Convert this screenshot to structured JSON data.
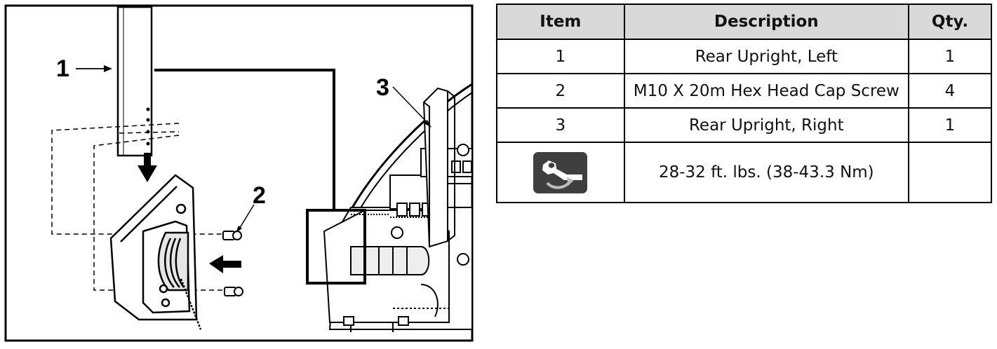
{
  "diagram": {
    "callouts": {
      "c1": "1",
      "c2": "2",
      "c3": "3"
    }
  },
  "table": {
    "headers": {
      "item": "Item",
      "description": "Description",
      "qty": "Qty."
    },
    "rows": [
      {
        "item": "1",
        "description": "Rear Upright, Left",
        "qty": "1"
      },
      {
        "item": "2",
        "description": "M10 X 20m Hex Head Cap Screw",
        "qty": "4"
      },
      {
        "item": "3",
        "description": "Rear Upright, Right",
        "qty": "1"
      }
    ],
    "torque": {
      "icon": "torque-wrench-icon",
      "description": "28-32 ft. lbs. (38-43.3 Nm)",
      "qty": ""
    }
  }
}
